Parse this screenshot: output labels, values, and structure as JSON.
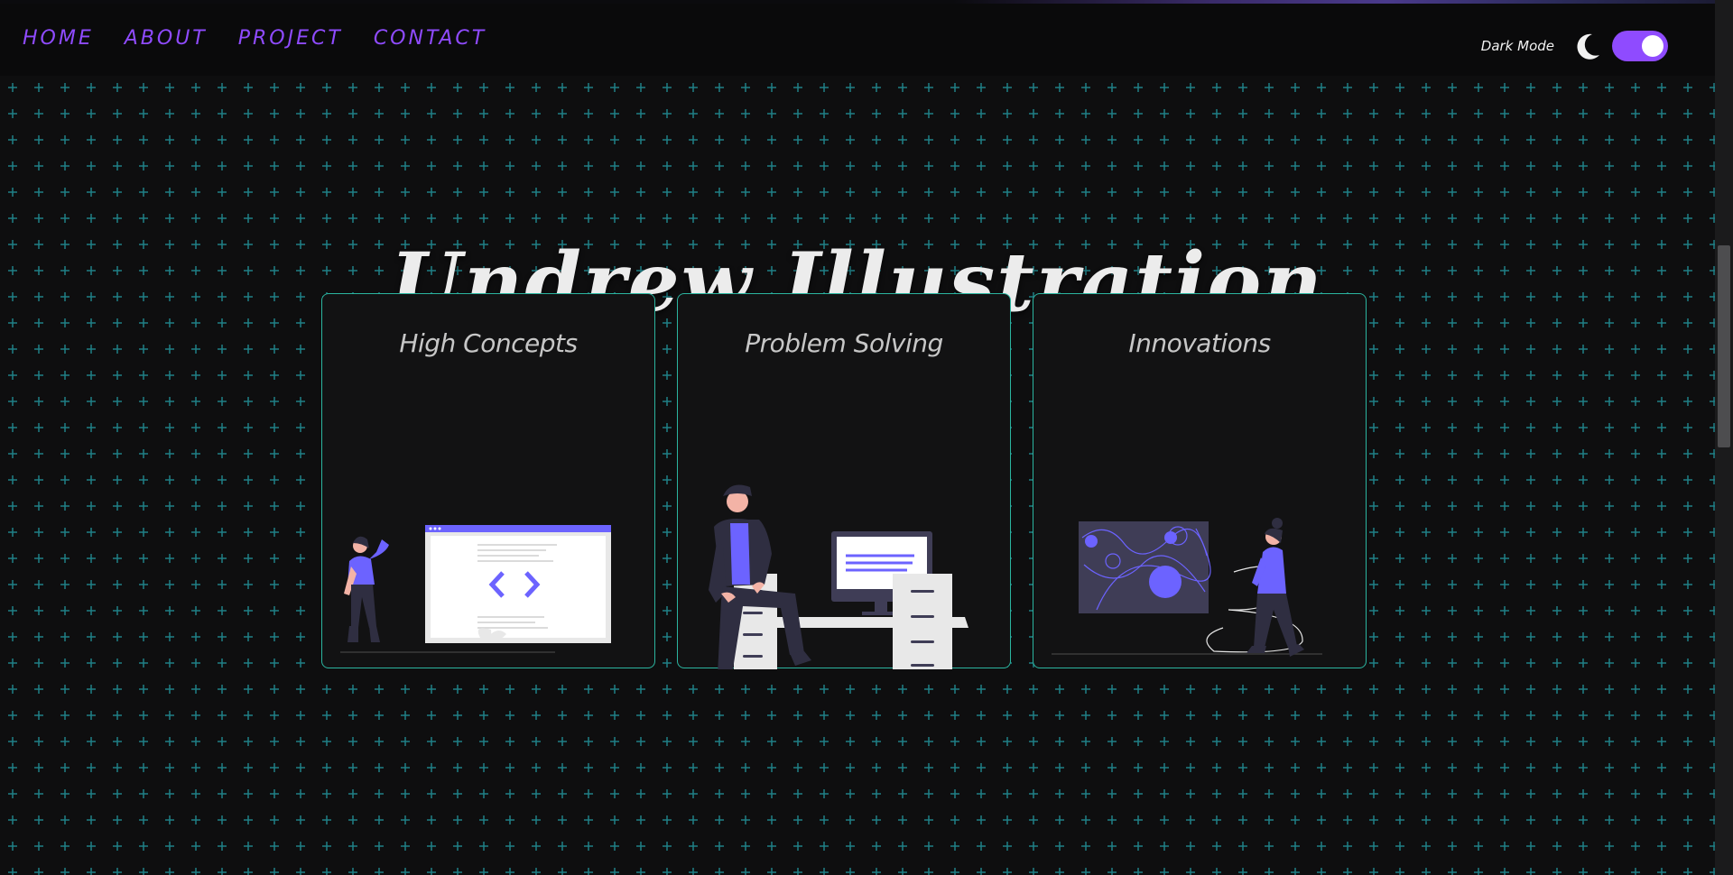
{
  "nav": {
    "items": [
      {
        "label": "HOME"
      },
      {
        "label": "ABOUT"
      },
      {
        "label": "PROJECT"
      },
      {
        "label": "CONTACT"
      }
    ],
    "darkmode_label": "Dark Mode",
    "darkmode_enabled": true
  },
  "hero": {
    "title": "Undrew Illustration"
  },
  "cards": [
    {
      "title": "High Concepts",
      "illustration": "woman-with-code-window"
    },
    {
      "title": "Problem Solving",
      "illustration": "man-sitting-on-desk"
    },
    {
      "title": "Innovations",
      "illustration": "woman-walking-with-chart"
    }
  ],
  "colors": {
    "accent": "#8f4bff",
    "illustration": "#6c63ff",
    "card_border": "#2bb5a0",
    "background": "#0e0e0f",
    "grid_plus": "#1f8a8a"
  }
}
